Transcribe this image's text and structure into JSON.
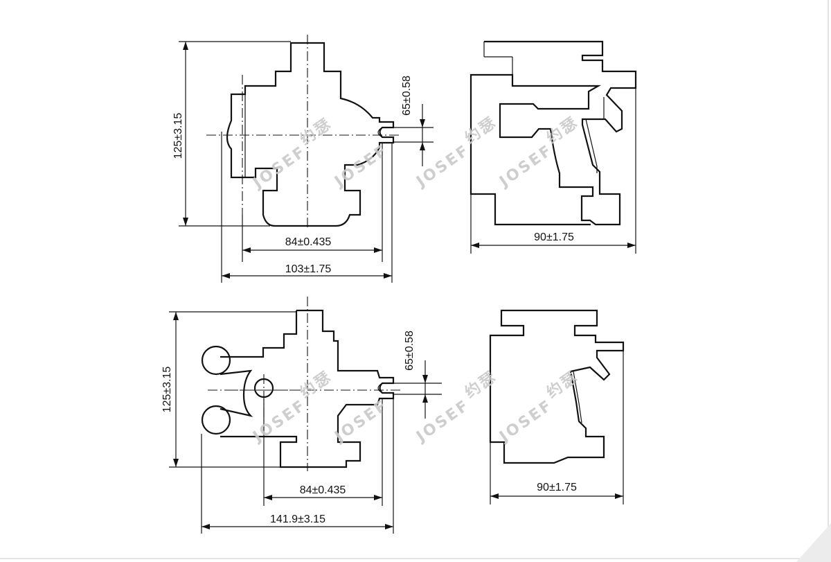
{
  "dimensions": {
    "top_left": {
      "height": "125±3.15",
      "width_inner": "84±0.435",
      "width_outer": "103±1.75",
      "slot": "65±0.58"
    },
    "top_right": {
      "width": "90±1.75"
    },
    "bottom_left": {
      "height": "125±3.15",
      "width_inner": "84±0.435",
      "width_outer": "141.9±3.15",
      "slot": "65±0.58"
    },
    "bottom_right": {
      "width": "90±1.75"
    }
  },
  "watermark": {
    "brand": "JOSEF",
    "brand_cn": "约瑟"
  },
  "colors": {
    "line": "#111111",
    "watermark": "#c9c9c9"
  }
}
